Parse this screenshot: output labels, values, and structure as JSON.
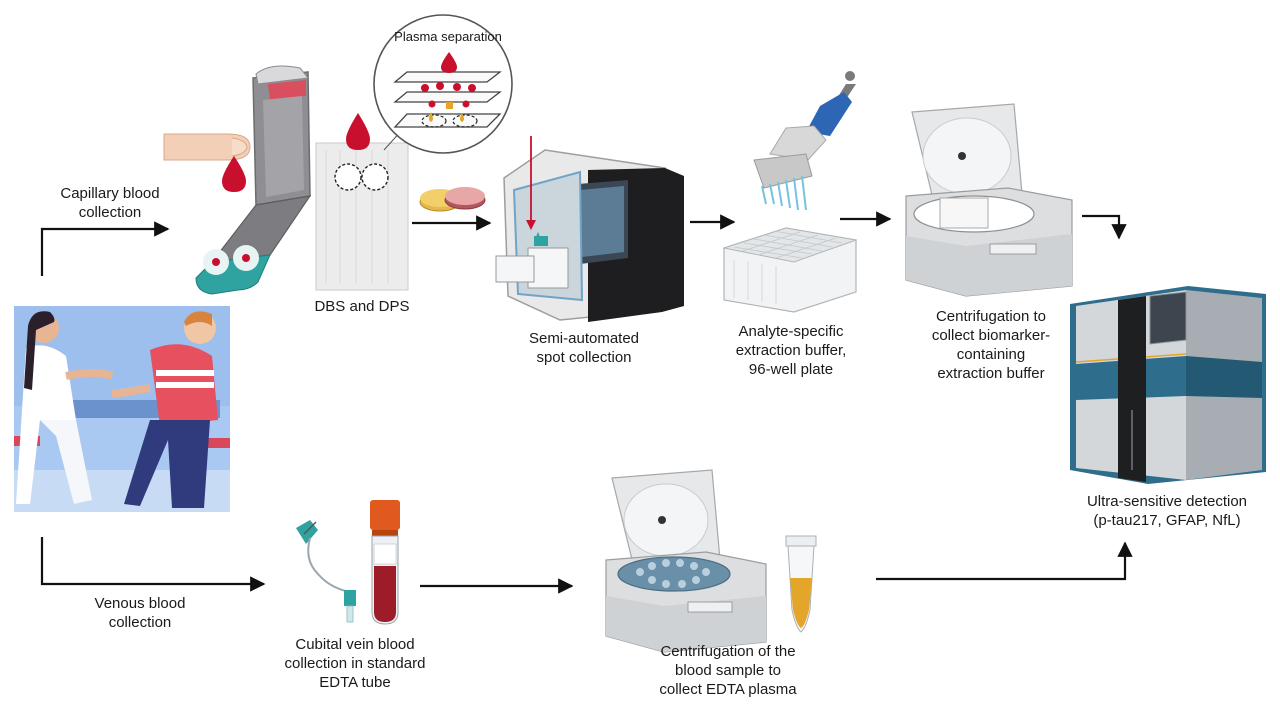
{
  "diagram": {
    "inset_title": "Plasma separation",
    "labels": {
      "capillary": [
        "Capillary blood",
        "collection"
      ],
      "venous": [
        "Venous blood",
        "collection"
      ],
      "dbs": [
        "DBS and DPS"
      ],
      "semi": [
        "Semi-automated",
        "spot collection"
      ],
      "analyte": [
        "Analyte-specific",
        "extraction buffer,",
        "96-well plate"
      ],
      "centri_top": [
        "Centrifugation to",
        "collect biomarker-",
        "containing",
        "extraction buffer"
      ],
      "ultra": [
        "Ultra-sensitive detection",
        "(p-tau217, GFAP, NfL)"
      ],
      "cubital": [
        "Cubital vein blood",
        "collection in standard",
        "EDTA tube"
      ],
      "centri_bottom": [
        "Centrifugation of the",
        "blood sample to",
        "collect EDTA plasma"
      ]
    },
    "colors": {
      "blood": "#c8102e",
      "arrow": "#111111",
      "teal": "#2fa3a0",
      "machine_blue": "#2e6d8c",
      "plasma": "#e4a62a",
      "scene_bg": "#a9c9f2"
    },
    "icons": [
      "finger-icon",
      "blood-drop-icon",
      "dbs-card-icon",
      "filter-card-icon",
      "plasma-separation-inset-icon",
      "dried-spot-icon",
      "spot-collector-icon",
      "multichannel-pipette-icon",
      "well-plate-icon",
      "centrifuge-icon",
      "detection-analyzer-icon",
      "patient-scene-icon",
      "butterfly-needle-icon",
      "edta-tube-icon",
      "plasma-tube-icon"
    ]
  }
}
